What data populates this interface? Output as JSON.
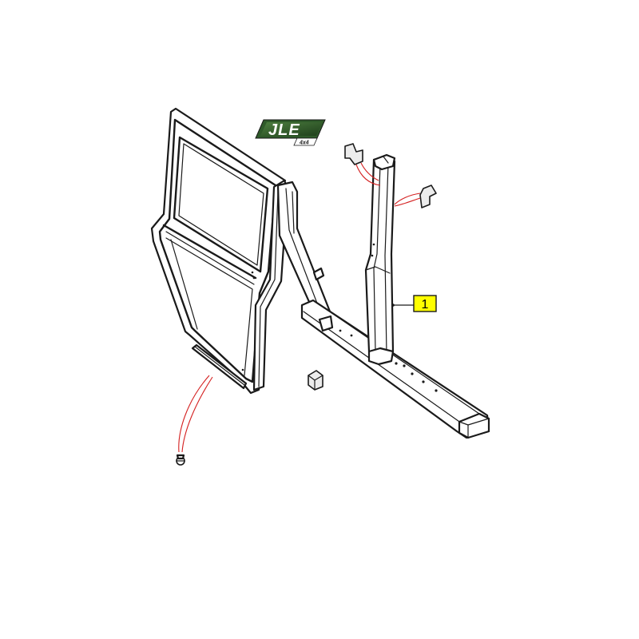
{
  "logo": {
    "brand": "JLE",
    "sub": "4x4",
    "color": "#2f5a2a"
  },
  "callouts": [
    {
      "label": "1",
      "color": "#ffff00"
    }
  ],
  "colors": {
    "line": "#1a1a1a",
    "leader_red": "#d42020",
    "background": "#ffffff"
  }
}
